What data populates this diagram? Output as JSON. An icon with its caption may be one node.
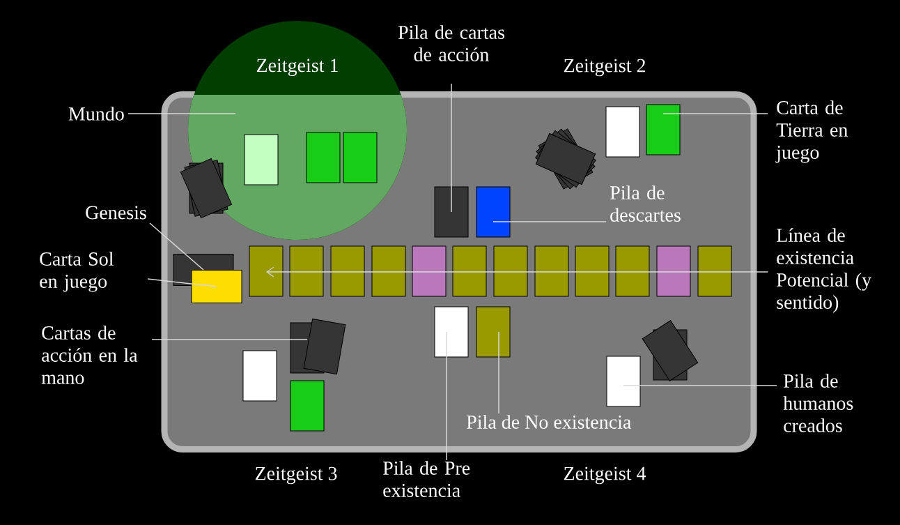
{
  "diagram": {
    "nodes": [
      {
        "text": [
          "Pila de cartas de acción"
        ]
      },
      {
        "text": [
          "Zeitgeist 1"
        ]
      },
      {
        "text": [
          "Mundo"
        ]
      },
      {
        "text": [],
        "shape": "box"
      },
      {
        "text": [
          "Carta de Tierra en juego"
        ]
      },
      {
        "text": [],
        "shape": "box",
        "in": 3
      },
      {
        "text": [],
        "shape": "box",
        "in": 3
      },
      {
        "text": [],
        "shape": "box",
        "in": 3
      },
      {
        "text": [
          "Pila de descartes"
        ],
        "in": 3
      },
      {
        "text": [
          "Genesis"
        ]
      },
      {
        "text": [],
        "shape": "box",
        "in": 3
      },
      {
        "text": [
          "Línea de existencia Potencial (y sentido)"
        ]
      },
      {
        "text": [],
        "shape": "box",
        "in": 3
      },
      {
        "text": [
          "Carta Sol en juego"
        ]
      },
      {
        "text": [],
        "shape": "box",
        "in": 3
      },
      {
        "text": [
          "Cartas de acción en la mano"
        ]
      },
      {
        "text": [],
        "shape": "box",
        "in": 3
      },
      {
        "text": [],
        "shape": "box",
        "in": 3
      },
      {
        "text": [],
        "shape": "box",
        "in": 3
      },
      {
        "text": [],
        "shape": "box",
        "in": 3
      },
      {
        "text": [
          "Pila de humanos creados"
        ]
      },
      {
        "text": [
          "Pila de No existencia"
        ],
        "in": 3
      },
      {
        "text": [
          "Pila de Pre existencia"
        ]
      },
      {
        "text": [],
        "shape": "box"
      },
      {
        "text": [],
        "shape": "box"
      },
      {
        "text": [],
        "shape": "box"
      },
      {
        "text": [],
        "shape": "box",
        "in": 3
      },
      {
        "text": [],
        "shape": "box",
        "in": 3
      },
      {
        "text": [],
        "shape": "box",
        "in": 3
      },
      {
        "text": [],
        "shape": "box",
        "in": 3
      },
      {
        "text": [],
        "shape": "box",
        "in": 3
      },
      {
        "text": [],
        "shape": "box",
        "in": 3
      },
      {
        "text": [],
        "shape": "box",
        "in": 3
      },
      {
        "text": [],
        "shape": "box",
        "in": 3
      },
      {
        "text": [],
        "shape": "box",
        "in": 3
      },
      {
        "text": [],
        "shape": "box",
        "in": 3
      },
      {
        "text": [],
        "shape": "box",
        "in": 3
      },
      {
        "text": [],
        "shape": "box",
        "in": 3
      },
      {
        "text": [],
        "shape": "box",
        "in": 3
      },
      {
        "text": [],
        "shape": "box",
        "in": 3
      },
      {
        "text": [],
        "shape": "box",
        "in": 3
      }
    ],
    "edges": [
      {
        "from": 0,
        "to": 6,
        "arrow": "none"
      },
      {
        "from": 2,
        "to": 3,
        "arrow": "none"
      },
      {
        "from": 4,
        "to": 5,
        "arrow": "none"
      },
      {
        "from": 8,
        "to": 7,
        "arrow": "none"
      },
      {
        "from": 9,
        "to": 10,
        "arrow": "none"
      },
      {
        "from": 11,
        "to": 12,
        "arrow": "to"
      },
      {
        "from": 13,
        "to": 14,
        "arrow": "none"
      },
      {
        "from": 15,
        "to": 16,
        "arrow": "none"
      },
      {
        "from": 21,
        "to": 18,
        "arrow": "none"
      },
      {
        "from": 22,
        "to": 17,
        "arrow": "none"
      },
      {
        "from": 20,
        "to": 19,
        "arrow": "none"
      }
    ],
    "labels": [
      "Zeitgeist 2",
      "Zeitgeist 3",
      "Zeitgeist 4"
    ]
  }
}
